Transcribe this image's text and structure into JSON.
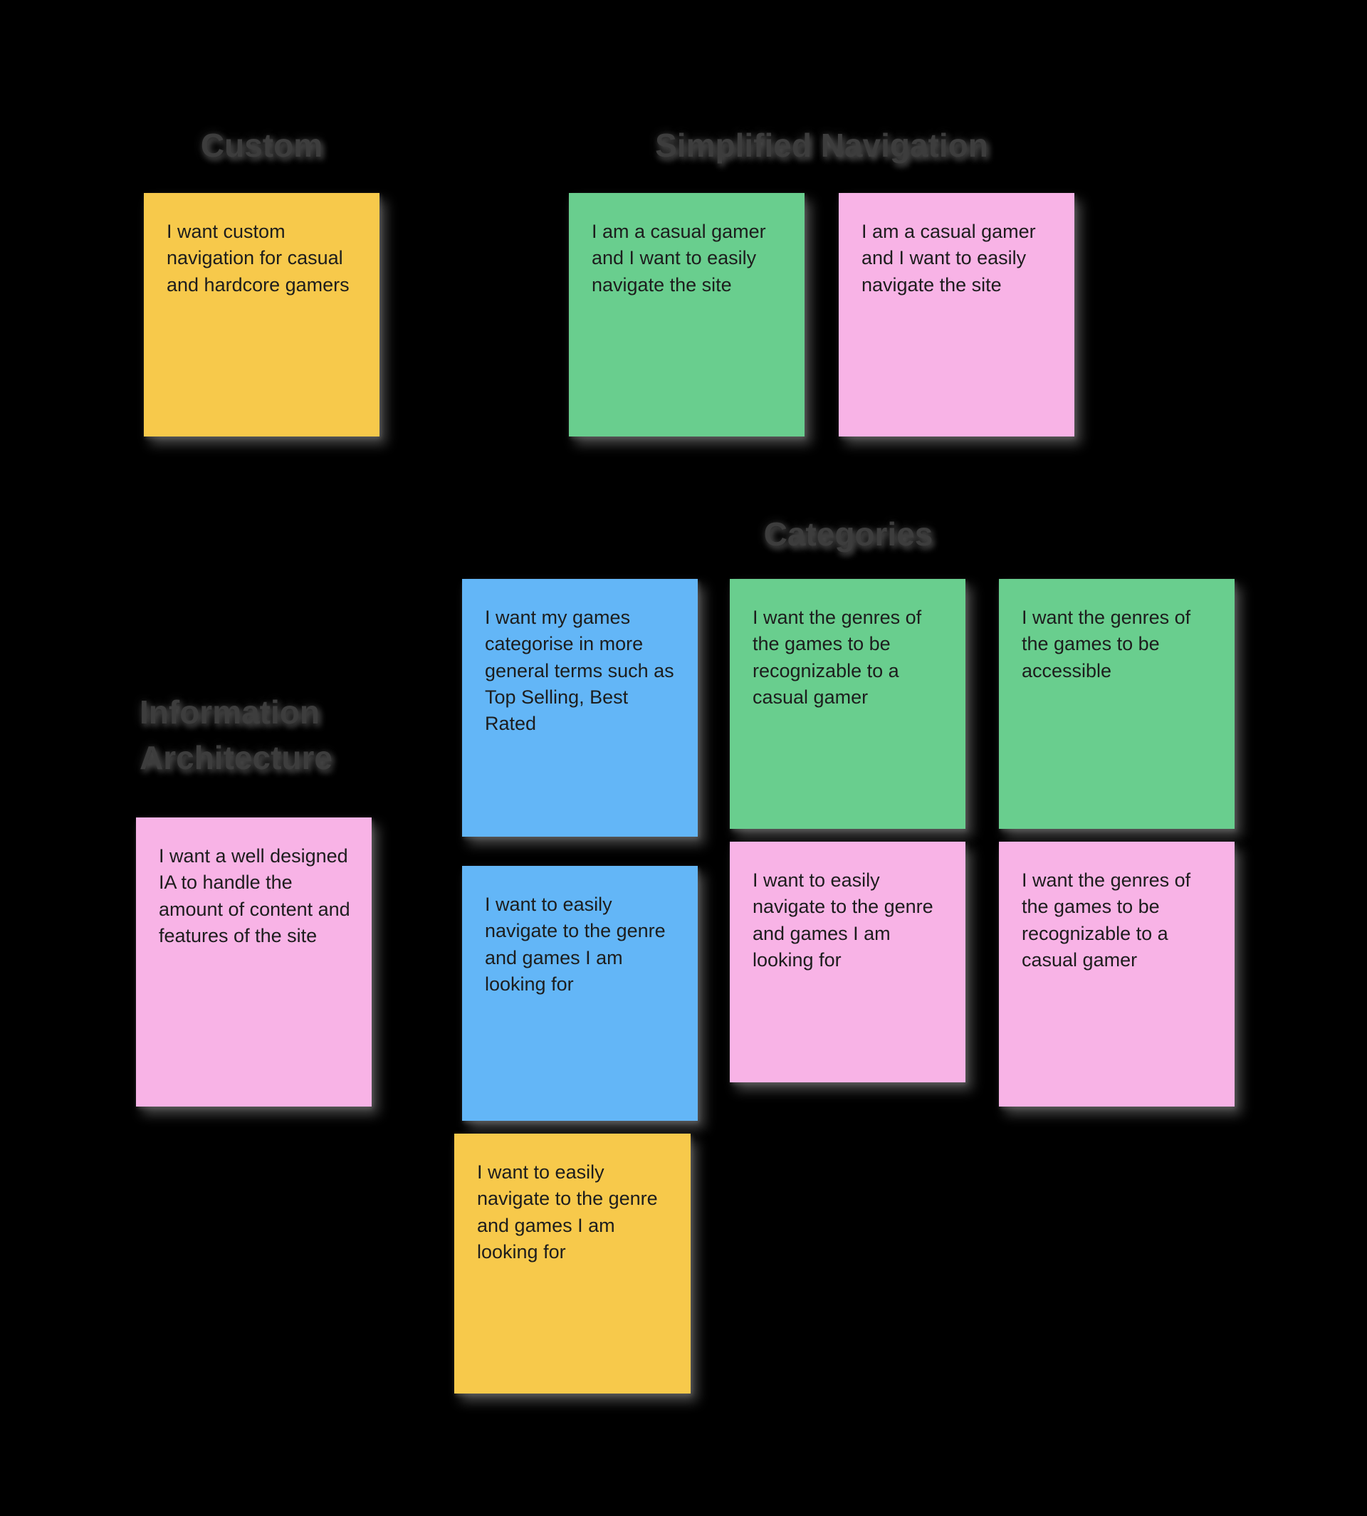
{
  "board": {
    "background": "#000000",
    "palette": {
      "yellow": "#F7C94B",
      "green": "#69CE8E",
      "pink": "#F8B3E6",
      "blue": "#63B6F7",
      "header_text": "#3d3d3d",
      "note_text": "#1d1d1d"
    },
    "groups": {
      "custom": {
        "label": "Custom"
      },
      "simplified_navigation": {
        "label": "Simplified Navigation"
      },
      "categories": {
        "label": "Categories"
      },
      "information_architecture": {
        "label": "Information\nArchitecture"
      }
    },
    "notes": [
      {
        "group": "custom",
        "color_name": "yellow",
        "color": "#F7C94B",
        "text": "I want custom navigation for casual and hardcore gamers"
      },
      {
        "group": "simplified_navigation",
        "color_name": "green",
        "color": "#69CE8E",
        "text": "I am a casual gamer and I want to easily navigate the site"
      },
      {
        "group": "simplified_navigation",
        "color_name": "pink",
        "color": "#F8B3E6",
        "text": "I am a casual gamer and I want to easily navigate the site"
      },
      {
        "group": "categories",
        "color_name": "blue",
        "color": "#63B6F7",
        "text": "I want my games categorise in more general terms such as Top Selling, Best Rated"
      },
      {
        "group": "categories",
        "color_name": "green",
        "color": "#69CE8E",
        "text": "I want the genres of the games to be recognizable to a casual gamer"
      },
      {
        "group": "categories",
        "color_name": "green",
        "color": "#69CE8E",
        "text": "I want the genres of the games to be accessible"
      },
      {
        "group": "information_architecture",
        "color_name": "pink",
        "color": "#F8B3E6",
        "text": "I want a well designed IA to handle the amount of content and features of the site"
      },
      {
        "group": "categories",
        "color_name": "blue",
        "color": "#63B6F7",
        "text": "I want to easily navigate to the genre and games I am looking for"
      },
      {
        "group": "categories",
        "color_name": "pink",
        "color": "#F8B3E6",
        "text": "I want to easily navigate to the genre and games I am looking for"
      },
      {
        "group": "categories",
        "color_name": "pink",
        "color": "#F8B3E6",
        "text": "I want the genres of the games to be recognizable to a casual gamer"
      },
      {
        "group": "categories",
        "color_name": "yellow",
        "color": "#F7C94B",
        "text": "I want to easily navigate to the genre and games I am looking for"
      }
    ]
  }
}
